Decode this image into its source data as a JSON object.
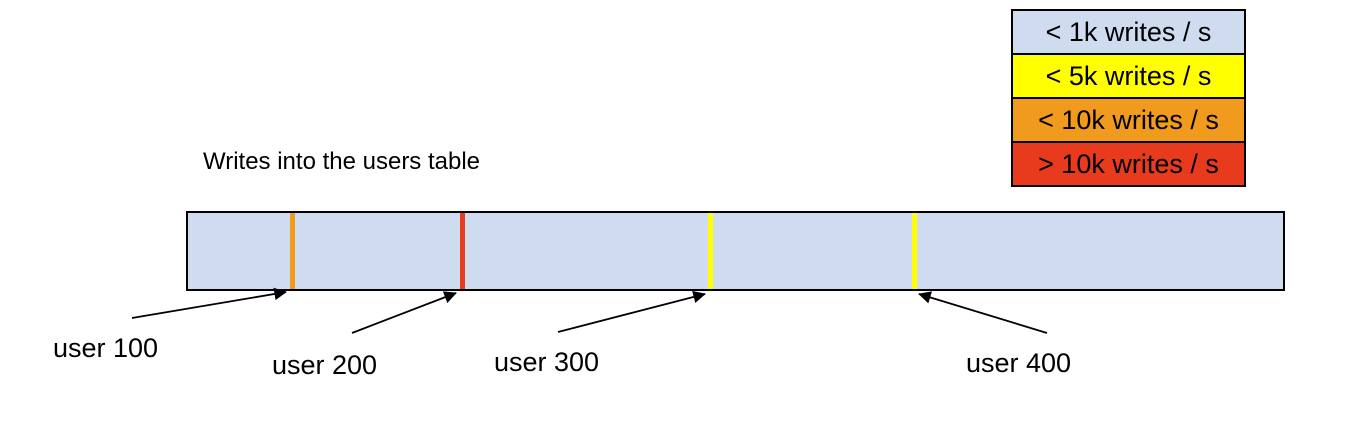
{
  "title": "Writes into the users table",
  "colors": {
    "band_fill": "#cfdcf0",
    "yellow": "#ffff00",
    "orange": "#f09b1e",
    "red": "#e83a1d",
    "border": "#000000"
  },
  "legend": {
    "items": [
      {
        "label": "< 1k writes / s",
        "color": "#cfdcf0"
      },
      {
        "label": "< 5k writes / s",
        "color": "#ffff00"
      },
      {
        "label": "< 10k writes / s",
        "color": "#f09b1e"
      },
      {
        "label": "> 10k writes / s",
        "color": "#e83a1d"
      }
    ]
  },
  "bar": {
    "description": "users table keyspace band",
    "stripes": [
      {
        "at_label": "user 100",
        "color": "#f09b1e",
        "legend_bucket": "< 10k writes / s"
      },
      {
        "at_label": "user 200",
        "color": "#e83a1d",
        "legend_bucket": "> 10k writes / s"
      },
      {
        "at_label": "user 300",
        "color": "#ffff00",
        "legend_bucket": "< 5k writes / s"
      },
      {
        "at_label": "user 400",
        "color": "#ffff00",
        "legend_bucket": "< 5k writes / s"
      }
    ]
  },
  "labels": [
    {
      "text": "user 100"
    },
    {
      "text": "user 200"
    },
    {
      "text": "user 300"
    },
    {
      "text": "user 400"
    }
  ]
}
